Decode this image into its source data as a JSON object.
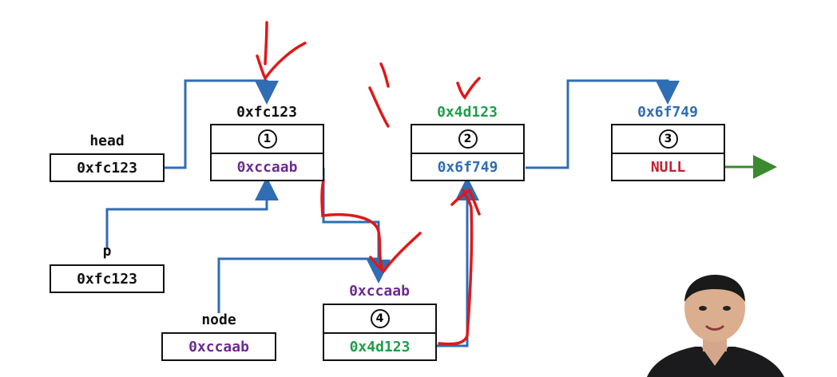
{
  "variables": {
    "head": {
      "name": "head",
      "value": "0xfc123"
    },
    "p": {
      "name": "p",
      "value": "0xfc123"
    },
    "node": {
      "name": "node",
      "value": "0xccaab"
    }
  },
  "nodes": [
    {
      "address": "0xfc123",
      "index": "1",
      "next": "0xccaab"
    },
    {
      "address": "0x4d123",
      "index": "2",
      "next": "0x6f749"
    },
    {
      "address": "0x6f749",
      "index": "3",
      "next": "NULL"
    },
    {
      "address": "0xccaab",
      "index": "4",
      "next": "0x4d123"
    }
  ],
  "colors": {
    "blue_arrow": "#2f6db4",
    "green_arrow": "#3a8a2e",
    "red_ink": "#e01818",
    "purple": "#6a2c8e",
    "green": "#1e9e4a",
    "blue": "#2f6db4",
    "null_red": "#c0202f"
  }
}
